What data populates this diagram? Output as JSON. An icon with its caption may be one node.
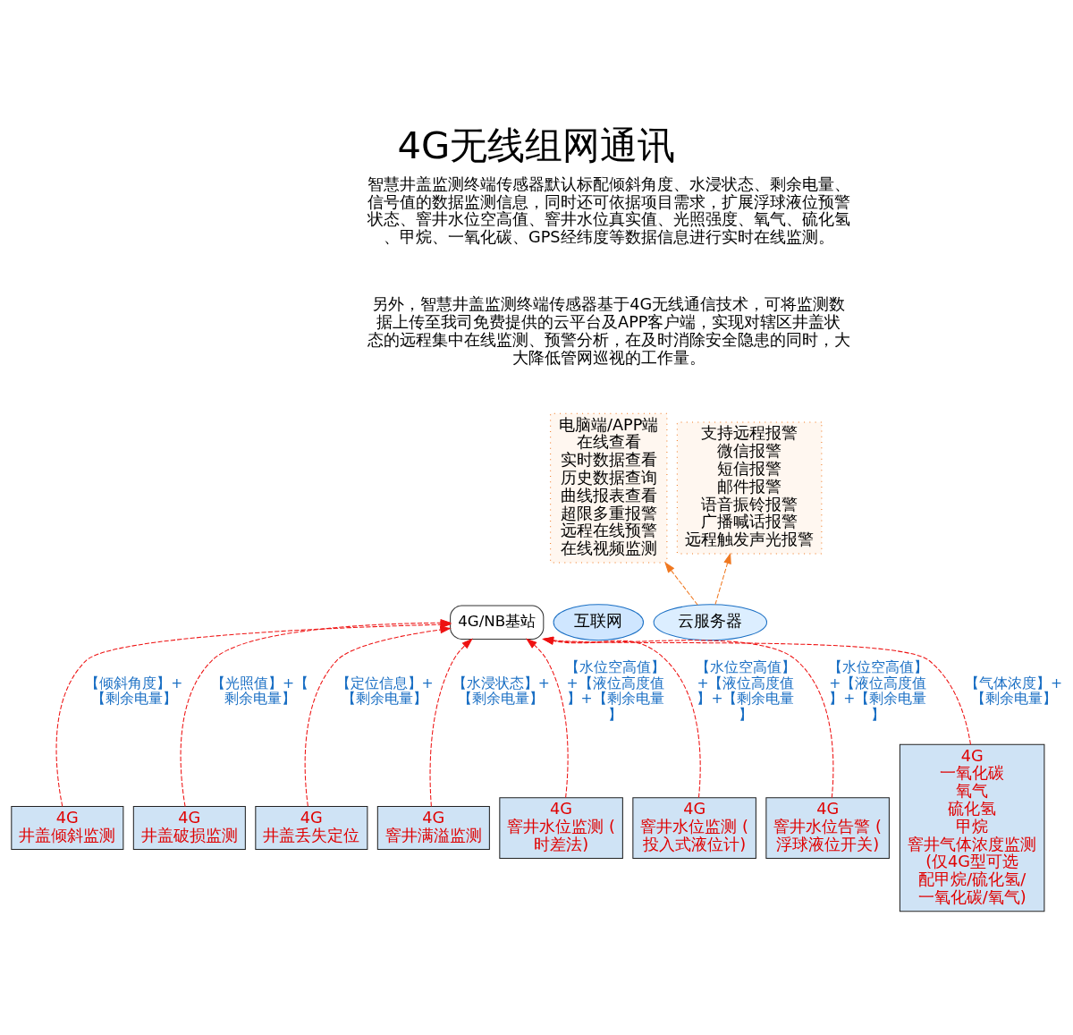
{
  "diagram": {
    "title": "4G无线组网通讯",
    "nodes": [
      {
        "text": [
          "4G/NB基站"
        ]
      },
      {
        "text": [
          "互联网"
        ]
      },
      {
        "text": [
          "云服务器"
        ]
      },
      {
        "text": [
          "电脑端/APP端在线查看",
          "实时数据查看",
          "历史数据查询",
          "曲线报表查看",
          "超限多重报警",
          "远程在线预警",
          "在线视频监测"
        ]
      },
      {
        "text": [
          "支持远程报警",
          "微信报警",
          "短信报警",
          "邮件报警",
          "语音振铃报警",
          "广播喊话报警",
          "远程触发声光报警"
        ]
      },
      {
        "text": [
          "4G",
          "井盖倾斜监测"
        ]
      },
      {
        "text": [
          "4G",
          "井盖破损监测"
        ]
      },
      {
        "text": [
          "4G",
          "井盖丢失定位"
        ]
      },
      {
        "text": [
          "4G",
          "窨井满溢监测"
        ]
      },
      {
        "text": [
          "4G",
          "窨井水位监测 (时差法)"
        ]
      },
      {
        "text": [
          "4G",
          "窨井水位监测 (投入式液位计)"
        ]
      },
      {
        "text": [
          "4G",
          "窨井水位告警 (浮球液位开关)"
        ]
      },
      {
        "text": [
          "4G",
          "一氧化碳",
          "氧气",
          "硫化氢",
          "甲烷",
          "窨井气体浓度监测 (仅4G型可选配甲烷/硫化氢/一氧化碳/氧气)"
        ]
      }
    ],
    "edges": [
      {
        "from": 5,
        "to": 0,
        "arrow": "to",
        "label": "【倾斜角度】+【剩余电量】",
        "style": "dashed"
      },
      {
        "from": 6,
        "to": 0,
        "arrow": "to",
        "label": "【光照值】+【剩余电量】",
        "style": "dashed"
      },
      {
        "from": 7,
        "to": 0,
        "arrow": "to",
        "label": "【定位信息】+【剩余电量】",
        "style": "dashed"
      },
      {
        "from": 8,
        "to": 0,
        "arrow": "to",
        "label": "【水浸状态】+【剩余电量】",
        "style": "dashed"
      },
      {
        "from": 9,
        "to": 0,
        "arrow": "to",
        "label": "【水位空高值】+【液位高度值】+【剩余电量】",
        "style": "dashed"
      },
      {
        "from": 10,
        "to": 0,
        "arrow": "to",
        "label": "【水位空高值】+【液位高度值】+【剩余电量】",
        "style": "dashed"
      },
      {
        "from": 11,
        "to": 0,
        "arrow": "to",
        "label": "【水位空高值】+【液位高度值】+【剩余电量】",
        "style": "dashed"
      },
      {
        "from": 12,
        "to": 0,
        "arrow": "to",
        "label": "【气体浓度】+【剩余电量】",
        "style": "dashed"
      },
      {
        "from": 2,
        "to": 3,
        "arrow": "to",
        "style": "dashed",
        "color": "#f07820"
      },
      {
        "from": 2,
        "to": 4,
        "arrow": "to",
        "style": "dashed",
        "color": "#f07820"
      }
    ],
    "labels": [
      "智慧井盖监测终端传感器默认标配倾斜角度、水浸状态、剩余电量、信号值的数据监测信息，同时还可依据项目需求，扩展浮球液位预警状态、窨井水位空高值、窨井水位真实值、光照强度、氧气、硫化氢、甲烷、一氧化碳、GPS经纬度等数据信息进行实时在线监测。",
      "另外，智慧井盖监测终端传感器基于4G无线通信技术，可将监测数据上传至我司免费提供的云平台及APP客户端，实现对辖区井盖状态的远程集中在线监测、预警分析，在及时消除安全隐患的同时，大大降低管网巡视的工作量。"
    ]
  }
}
